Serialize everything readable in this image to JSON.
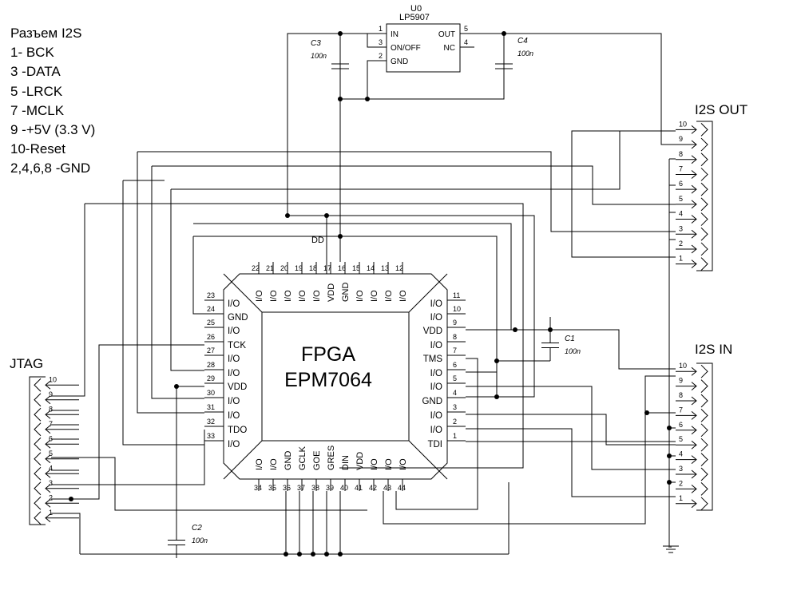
{
  "legend": {
    "title": "Разъем I2S",
    "lines": [
      "1- BCK",
      "3 -DATA",
      "5 -LRCK",
      "7 -MCLK",
      "9 -+5V (3.3 V)",
      "10-Reset",
      "2,4,6,8 -GND"
    ]
  },
  "fpga": {
    "title": "FPGA",
    "part": "EPM7064",
    "top_pin_numbers": [
      "22",
      "21",
      "20",
      "19",
      "18",
      "17",
      "16",
      "15",
      "14",
      "13",
      "12"
    ],
    "top_pin_labels": [
      "I/O",
      "I/O",
      "I/O",
      "I/O",
      "I/O",
      "VDD",
      "GND",
      "I/O",
      "I/O",
      "I/O",
      "I/O"
    ],
    "left_pin_numbers": [
      "23",
      "24",
      "25",
      "26",
      "27",
      "28",
      "29",
      "30",
      "31",
      "32",
      "33"
    ],
    "left_pin_labels": [
      "I/O",
      "GND",
      "I/O",
      "TCK",
      "I/O",
      "I/O",
      "VDD",
      "I/O",
      "I/O",
      "TDO",
      "I/O"
    ],
    "right_pin_numbers": [
      "11",
      "10",
      "9",
      "8",
      "7",
      "6",
      "5",
      "4",
      "3",
      "2",
      "1"
    ],
    "right_pin_labels": [
      "I/O",
      "I/O",
      "VDD",
      "I/O",
      "TMS",
      "I/O",
      "I/O",
      "GND",
      "I/O",
      "I/O",
      "TDI"
    ],
    "bottom_pin_numbers": [
      "34",
      "35",
      "36",
      "37",
      "38",
      "39",
      "40",
      "41",
      "42",
      "43",
      "44"
    ],
    "bottom_pin_labels": [
      "I/O",
      "I/O",
      "GND",
      "GCLK",
      "GOE",
      "GRES",
      "DIN",
      "VDD",
      "I/O",
      "I/O",
      "I/O"
    ]
  },
  "regulator": {
    "ref": "U0",
    "part": "LP5907",
    "left_pins": [
      {
        "num": "1",
        "name": "IN"
      },
      {
        "num": "3",
        "name": "ON/OFF"
      },
      {
        "num": "2",
        "name": "GND"
      }
    ],
    "right_pins": [
      {
        "num": "5",
        "name": "OUT"
      },
      {
        "num": "4",
        "name": "NC"
      }
    ]
  },
  "capacitors": [
    {
      "ref": "C1",
      "value": "100n"
    },
    {
      "ref": "C2",
      "value": "100n"
    },
    {
      "ref": "C3",
      "value": "100n"
    },
    {
      "ref": "C4",
      "value": "100n"
    }
  ],
  "net_labels": {
    "dd": "DD"
  },
  "connectors": {
    "i2s_out": {
      "title": "I2S OUT",
      "pins": [
        "10",
        "9",
        "8",
        "7",
        "6",
        "5",
        "4",
        "3",
        "2",
        "1"
      ]
    },
    "i2s_in": {
      "title": "I2S IN",
      "pins": [
        "10",
        "9",
        "8",
        "7",
        "6",
        "5",
        "4",
        "3",
        "2",
        "1"
      ]
    },
    "jtag": {
      "title": "JTAG",
      "pins": [
        "10",
        "9",
        "8",
        "7",
        "6",
        "5",
        "4",
        "3",
        "2",
        "1"
      ]
    }
  }
}
